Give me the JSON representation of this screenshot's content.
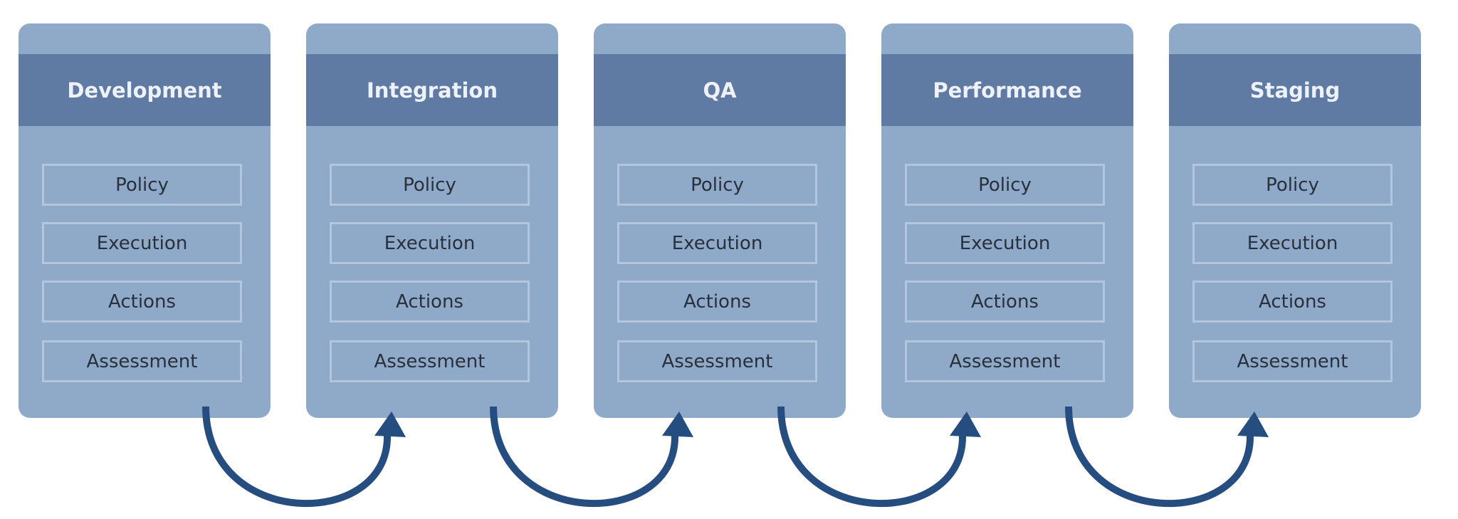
{
  "stages": [
    {
      "title": "Development",
      "items": [
        "Policy",
        "Execution",
        "Actions",
        "Assessment"
      ]
    },
    {
      "title": "Integration",
      "items": [
        "Policy",
        "Execution",
        "Actions",
        "Assessment"
      ]
    },
    {
      "title": "QA",
      "items": [
        "Policy",
        "Execution",
        "Actions",
        "Assessment"
      ]
    },
    {
      "title": "Performance",
      "items": [
        "Policy",
        "Execution",
        "Actions",
        "Assessment"
      ]
    },
    {
      "title": "Staging",
      "items": [
        "Policy",
        "Execution",
        "Actions",
        "Assessment"
      ]
    }
  ],
  "colors": {
    "card": "#8FA9C8",
    "header": "#5F7BA3",
    "item_border": "#B3C6DB",
    "arrow": "#254D80"
  }
}
